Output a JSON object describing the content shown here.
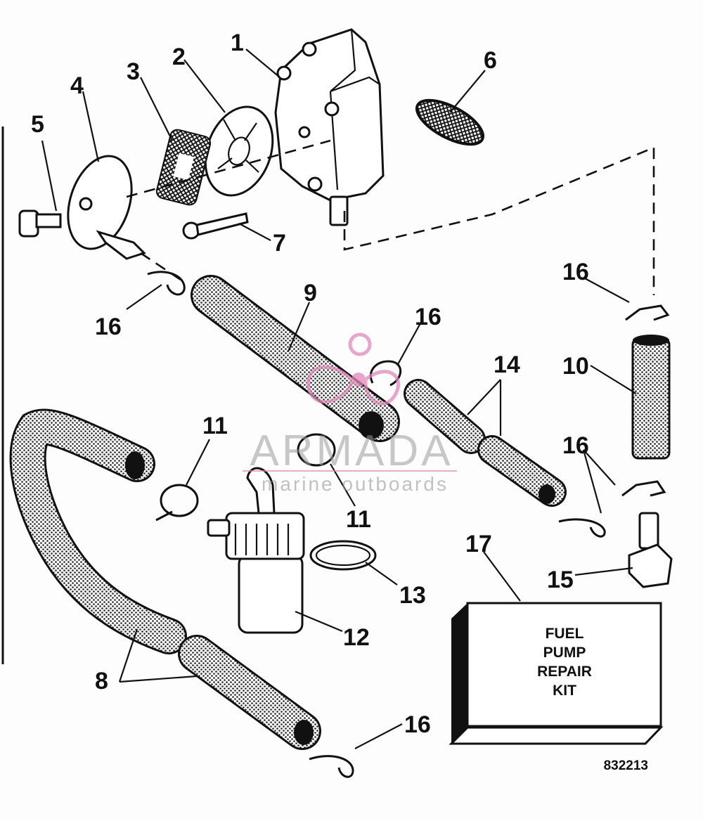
{
  "callouts": {
    "c1": "1",
    "c2": "2",
    "c3": "3",
    "c4": "4",
    "c5": "5",
    "c6": "6",
    "c7": "7",
    "c8": "8",
    "c9": "9",
    "c10": "10",
    "c11a": "11",
    "c11b": "11",
    "c12": "12",
    "c13": "13",
    "c14": "14",
    "c15": "15",
    "c16a": "16",
    "c16b": "16",
    "c16c": "16",
    "c16d": "16",
    "c16e": "16",
    "c17": "17"
  },
  "kit": {
    "line1": "FUEL",
    "line2": "PUMP",
    "line3": "REPAIR",
    "line4": "KIT"
  },
  "part_number": "832213",
  "watermark": {
    "main": "ARMADA",
    "sub": "marine outboards"
  }
}
